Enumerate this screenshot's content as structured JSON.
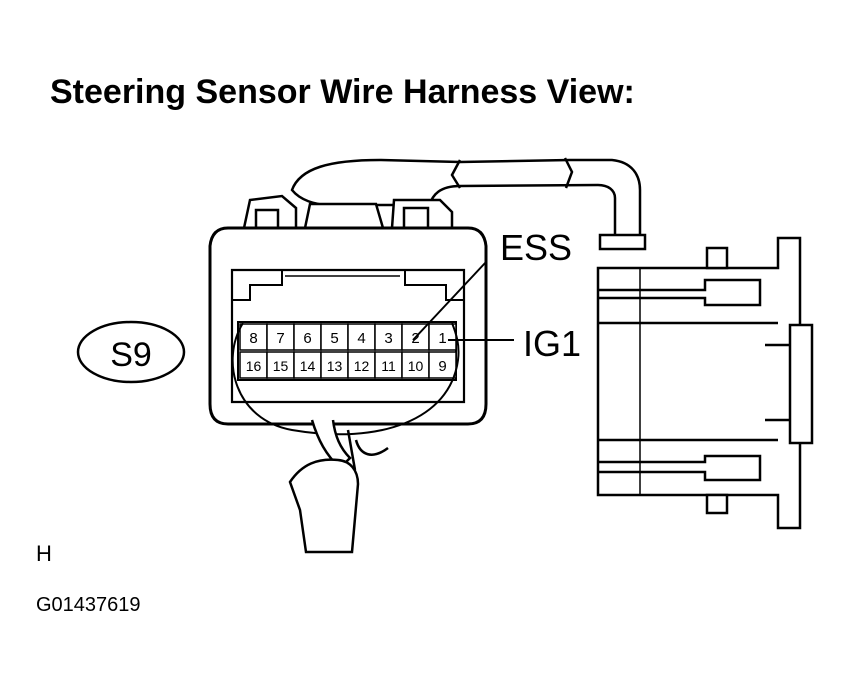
{
  "title": "Steering Sensor Wire Harness View:",
  "connector_id": "S9",
  "callouts": {
    "ess": "ESS",
    "ig1": "IG1"
  },
  "pins_top": [
    "8",
    "7",
    "6",
    "5",
    "4",
    "3",
    "2",
    "1"
  ],
  "pins_bottom": [
    "16",
    "15",
    "14",
    "13",
    "12",
    "11",
    "10",
    "9"
  ],
  "footer": {
    "mark": "H",
    "figure_code": "G01437619"
  }
}
